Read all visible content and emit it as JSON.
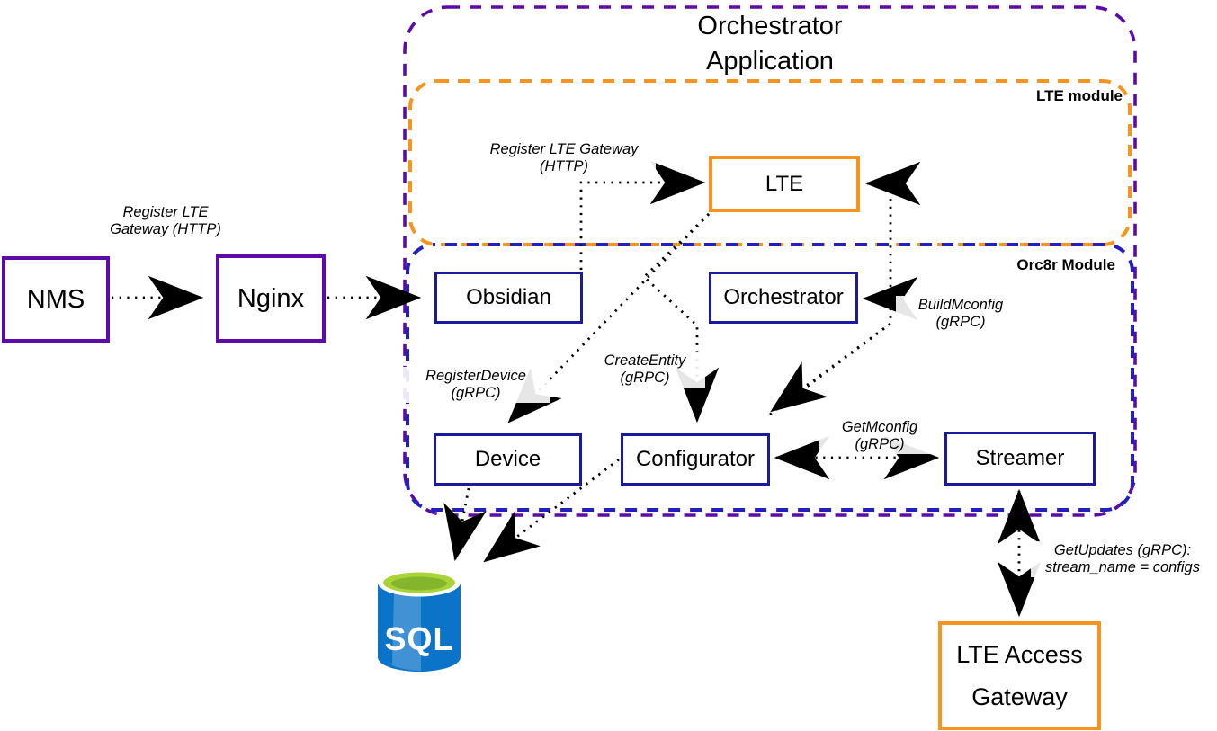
{
  "title": {
    "line1": "Orchestrator",
    "line2": "Application"
  },
  "modules": {
    "lte": "LTE module",
    "orc8r": "Orc8r Module"
  },
  "nodes": {
    "nms": "NMS",
    "nginx": "Nginx",
    "obsidian": "Obsidian",
    "orchestrator": "Orchestrator",
    "lte": "LTE",
    "device": "Device",
    "configurator": "Configurator",
    "streamer": "Streamer",
    "sql": "SQL",
    "lte_access_gateway": {
      "line1": "LTE Access",
      "line2": "Gateway"
    }
  },
  "edge_labels": {
    "register_lte_gateway_nms": {
      "line1": "Register LTE",
      "line2": "Gateway (HTTP)"
    },
    "register_lte_gateway_http": {
      "line1": "Register LTE Gateway",
      "line2": "(HTTP)"
    },
    "register_device": {
      "line1": "RegisterDevice",
      "line2": "(gRPC)"
    },
    "create_entity": {
      "line1": "CreateEntity",
      "line2": "(gRPC)"
    },
    "build_mconfig": {
      "line1": "BuildMconfig",
      "line2": "(gRPC)"
    },
    "get_mconfig": {
      "line1": "GetMconfig",
      "line2": "(gRPC)"
    },
    "get_updates": {
      "line1": "GetUpdates (gRPC):",
      "line2": "stream_name = configs"
    }
  },
  "colors": {
    "purple": "#5C0BA8",
    "navy_box": "#1A1A9E",
    "orange": "#F7941E",
    "orc8r_dash_blue": "#2420C0",
    "arrow_black": "#000000",
    "sql_body_blue": "#0C74C8",
    "sql_top_green": "#9BCB3B"
  }
}
